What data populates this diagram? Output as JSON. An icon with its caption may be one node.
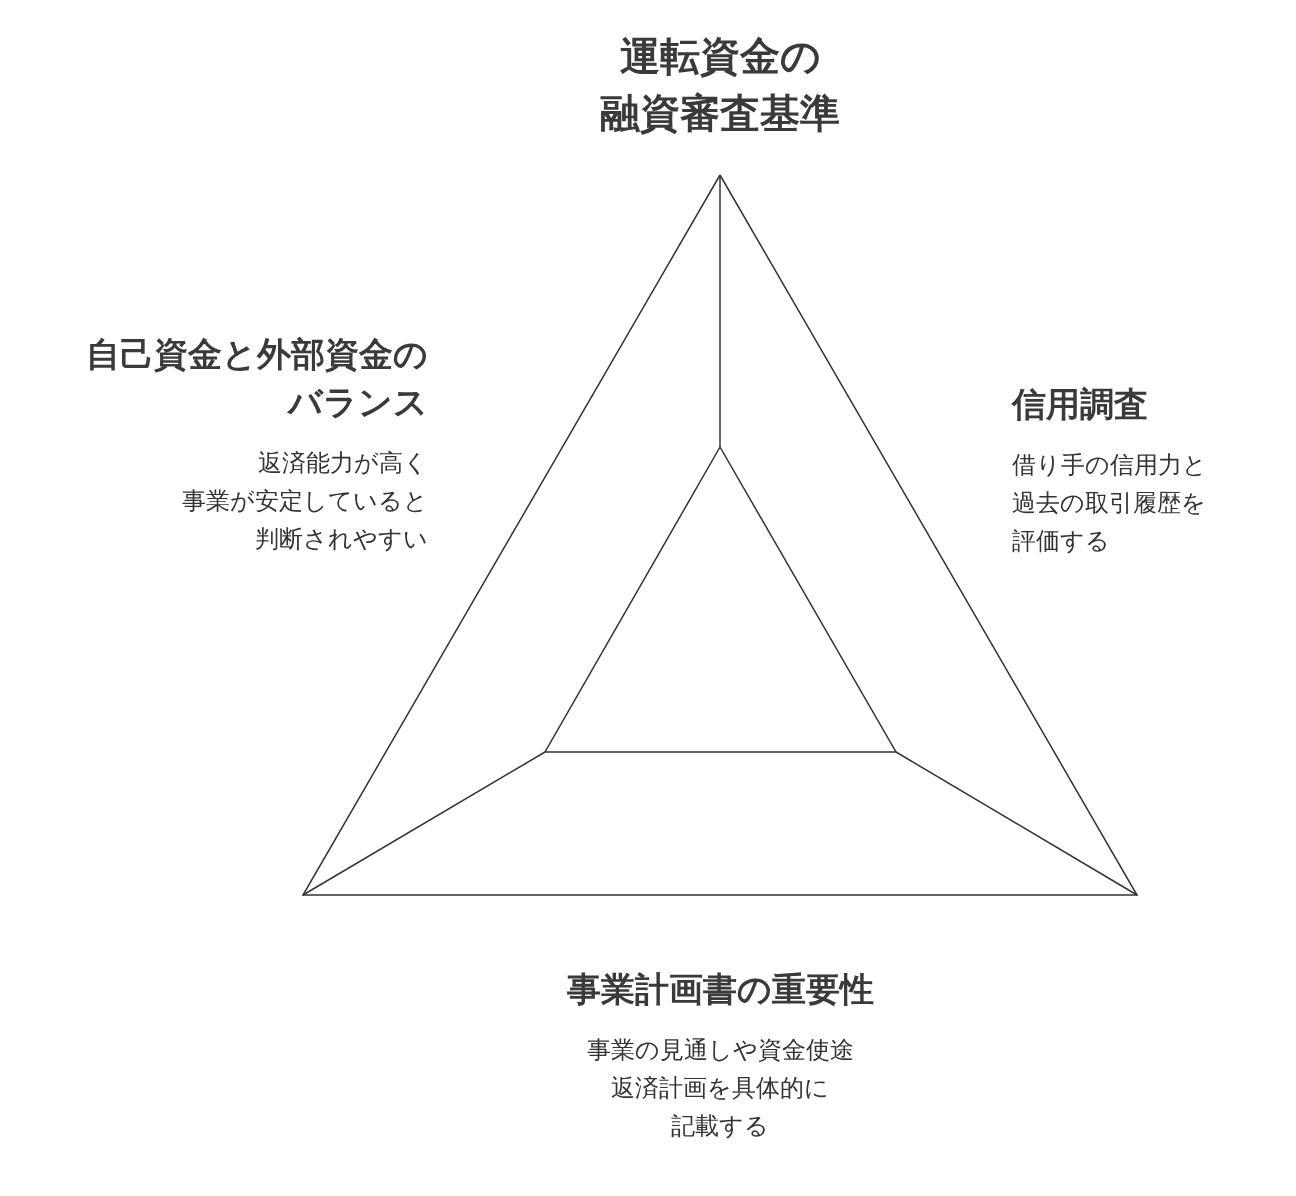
{
  "diagram": {
    "title": "運転資金の融資審査基準",
    "nodes": [
      {
        "text": [
          "自己資金と外部資金のバランス",
          "返済能力が高く事業が安定していると判断されやすい"
        ]
      },
      {
        "text": [
          "信用調査",
          "借り手の信用力と過去の取引履歴を評価する"
        ]
      },
      {
        "text": [
          "事業計画書の重要性",
          "事業の見通しや資金使途返済計画を具体的に記載する"
        ]
      }
    ]
  }
}
